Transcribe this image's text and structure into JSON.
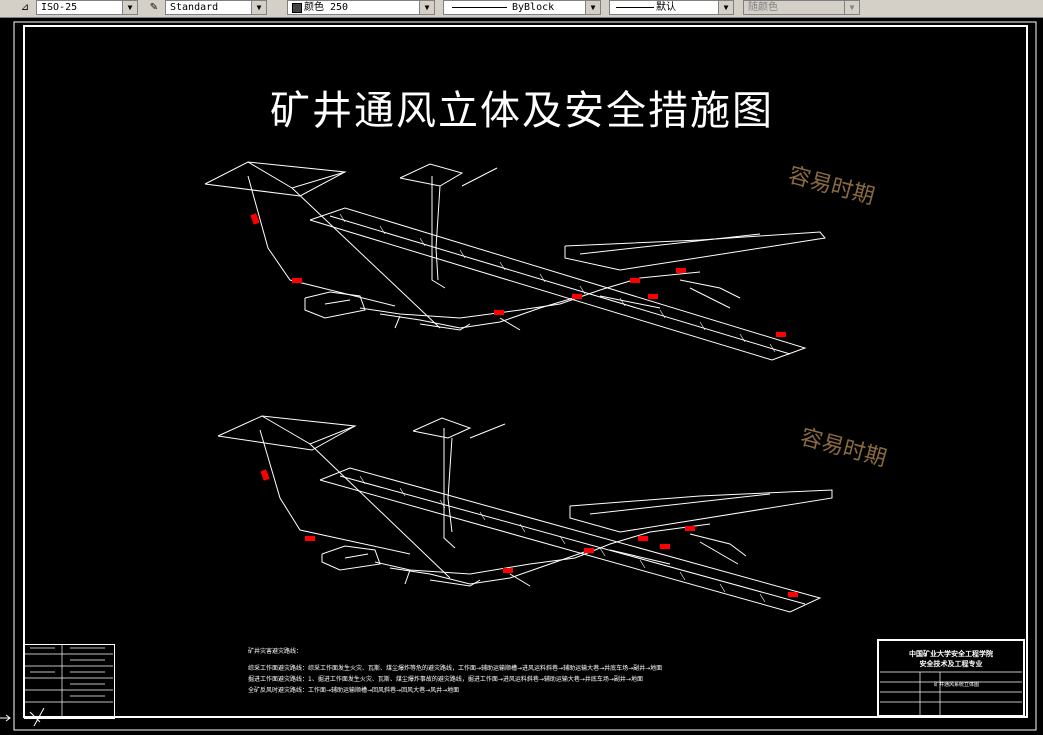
{
  "toolbar": {
    "dimstyle": "ISO-25",
    "textstyle": "Standard",
    "color": "颜色 250",
    "linetype": "ByBlock",
    "lineweight": "默认",
    "plotstyle": "随颜色"
  },
  "drawing": {
    "title": "矿井通风立体及安全措施图",
    "watermark": "容易时期",
    "notes": [
      "矿井灾害避灾路线：",
      "综采工作面避灾路线：综采工作面发生火灾、瓦斯、煤尘爆炸等危的避灾路线，工作面→辅助运输顺槽→进风运料斜巷→辅助运输大巷→井底车场→副井→地面",
      "掘进工作面避灾路线：1、掘进工作面发生火灾、瓦斯、煤尘爆炸事故的避灾路线，掘进工作面→进风运料斜巷→辅助运输大巷→井底车场→副井→地面",
      "全矿反风时避灾路线：工作面→辅助运输顺槽→回风斜巷→回风大巷→风井→地面"
    ],
    "title_block": {
      "line1": "中国矿业大学安全工程学院",
      "line2": "安全技术及工程专业",
      "line3": "矿井通风系统立体图"
    }
  },
  "colors": {
    "background": "#000000",
    "lines": "#ffffff",
    "markers": "#ff0000",
    "watermark": "#8a6b3f"
  }
}
